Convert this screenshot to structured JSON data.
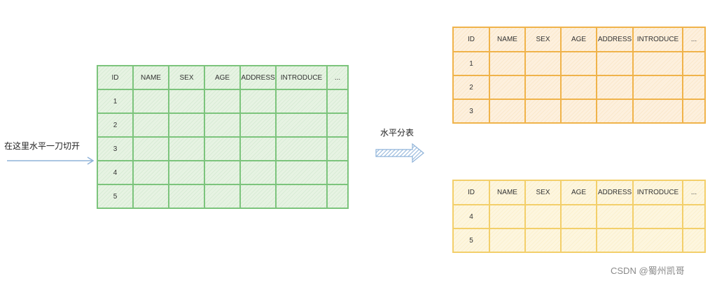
{
  "left_label": "在这里水平一刀切开",
  "middle_label": "水平分表",
  "watermark": "CSDN @蜀州凯哥",
  "headers": [
    "ID",
    "NAME",
    "SEX",
    "AGE",
    "ADDRESS",
    "INTRODUCE",
    "..."
  ],
  "source_table": {
    "rows": [
      "1",
      "2",
      "3",
      "4",
      "5"
    ]
  },
  "split_table_top": {
    "rows": [
      "1",
      "2",
      "3"
    ]
  },
  "split_table_bottom": {
    "rows": [
      "4",
      "5"
    ]
  },
  "colors": {
    "green_border": "#7cc47c",
    "orange_border": "#f0b34a",
    "yellow_border": "#f3cf6a",
    "arrow": "#8fb3d9"
  }
}
